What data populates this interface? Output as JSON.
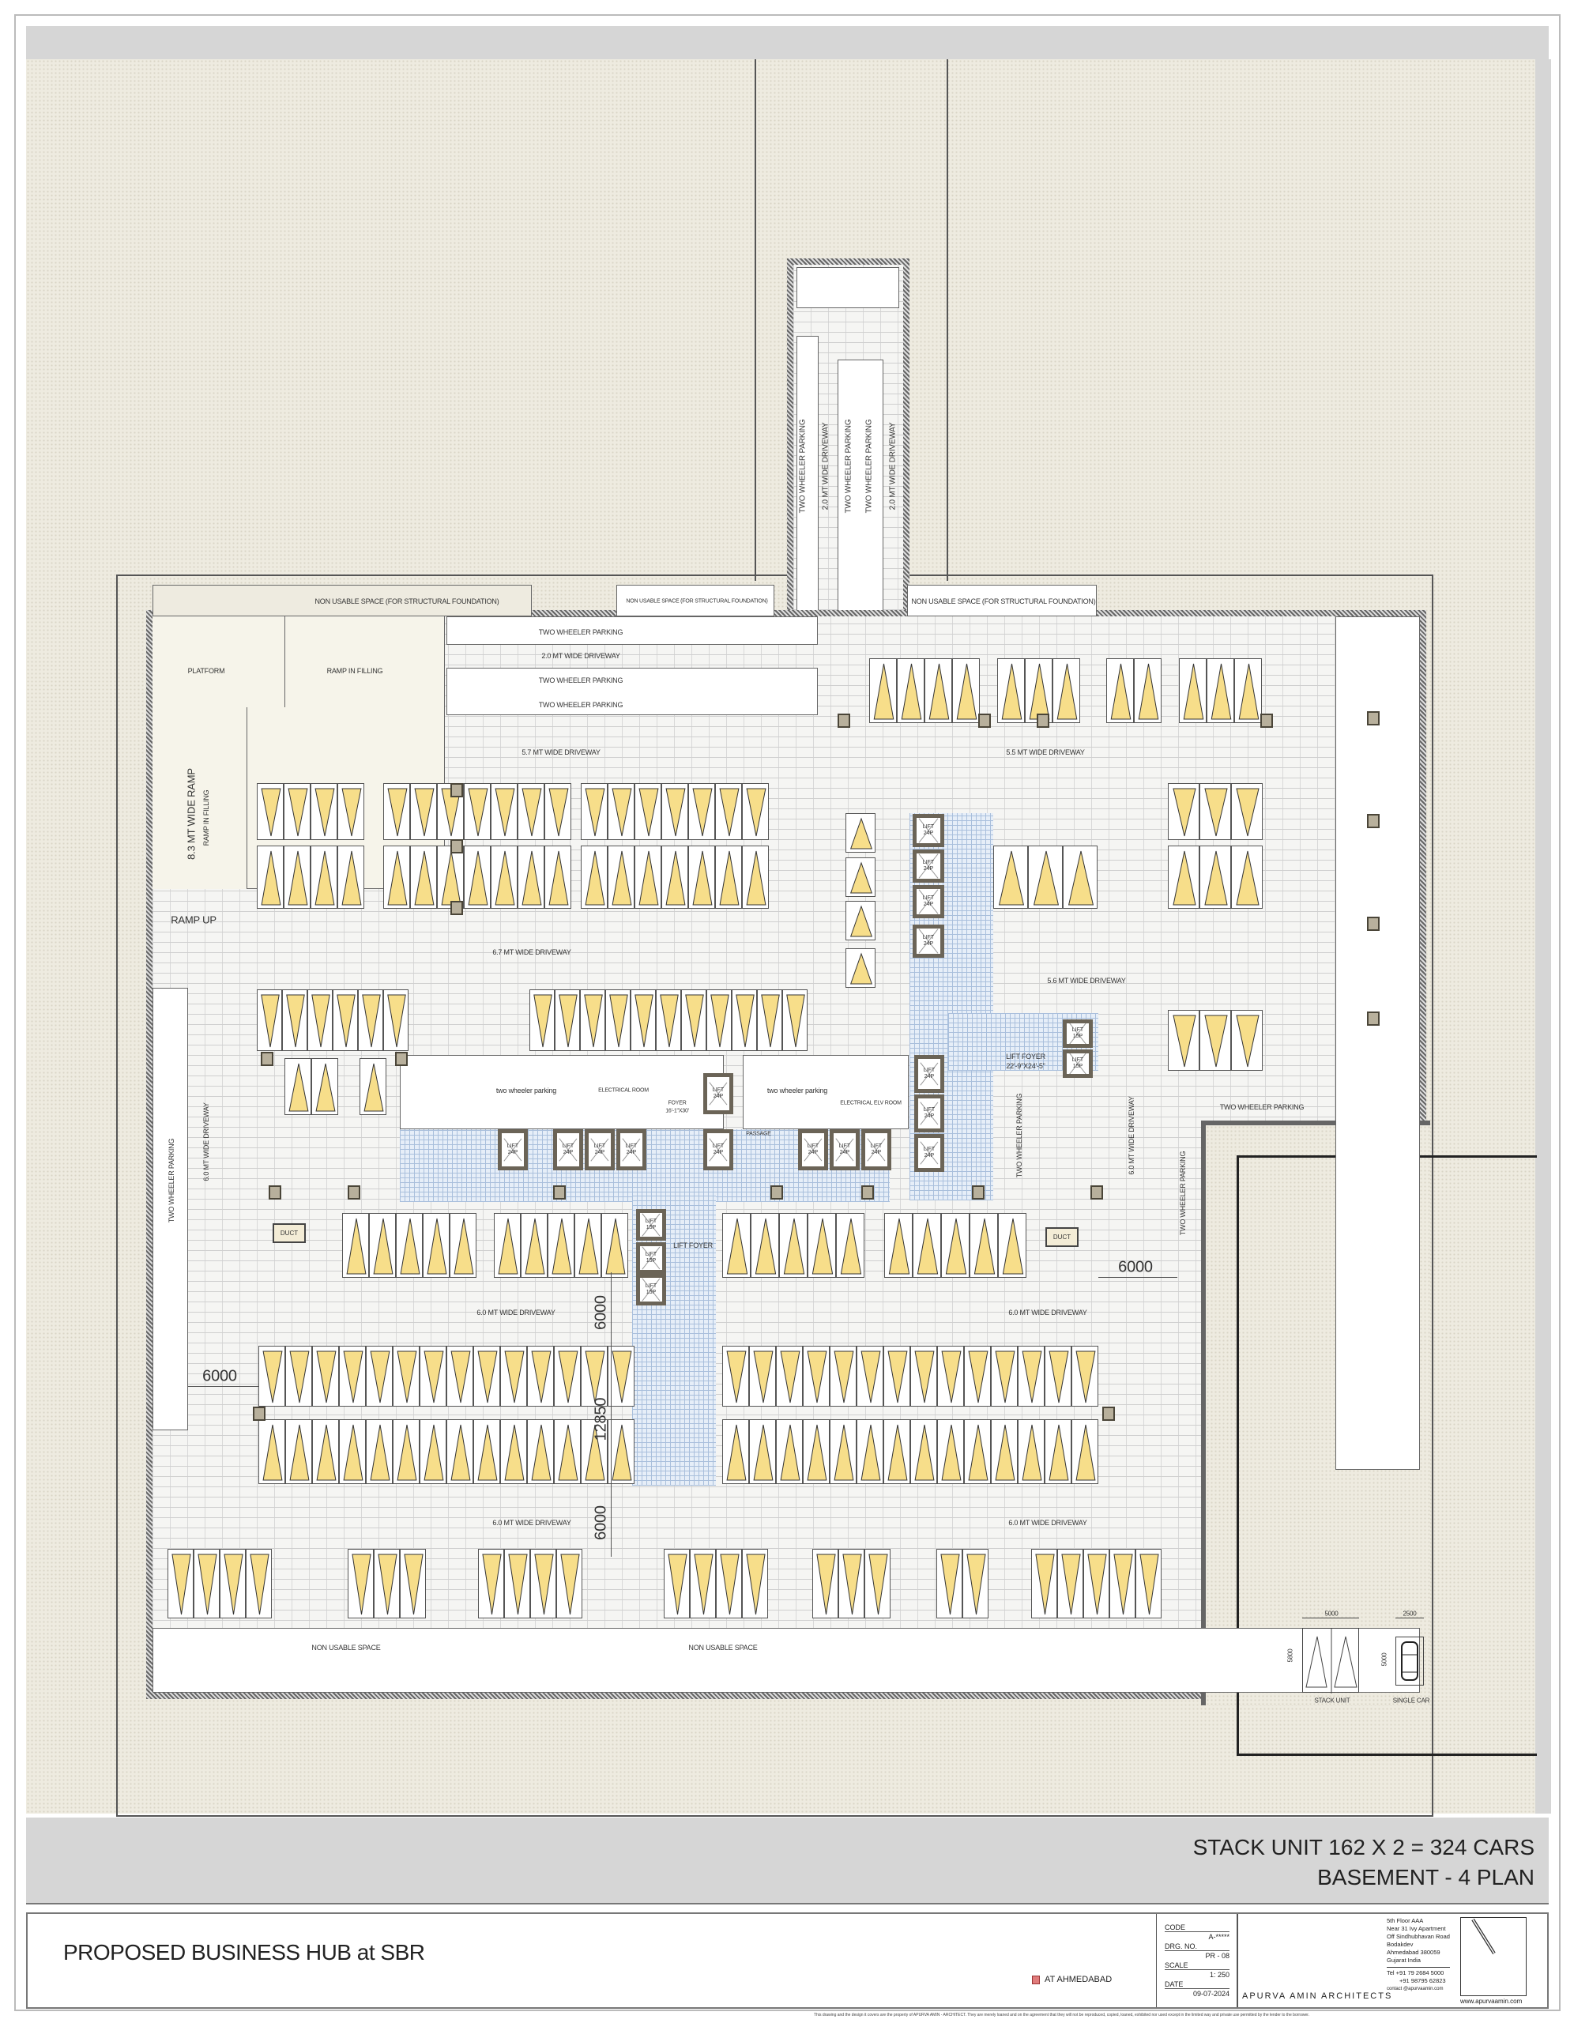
{
  "drawing": {
    "summary_line1": "STACK UNIT 162 X 2 = 324 CARS",
    "summary_line2": "BASEMENT - 4 PLAN",
    "colors": {
      "stall_fill": "#f7de8a",
      "foyer": "#e6eef8",
      "column": "#b8b09c",
      "site": "#eeebe0"
    }
  },
  "labels": {
    "non_usable_1": "NON USABLE SPACE (FOR STRUCTURAL FOUNDATION)",
    "non_usable_2": "NON USABLE SPACE (FOR STRUCTURAL FOUNDATION)",
    "non_usable_3": "NON USABLE SPACE (FOR STRUCTURAL FOUNDATION)",
    "twp_top_1": "TWO WHEELER PARKING",
    "drive_2_0": "2.0 MT WIDE DRIVEWAY",
    "twp_top_2": "TWO WHEELER PARKING",
    "twp_top_3": "TWO WHEELER PARKING",
    "platform": "PLATFORM",
    "ramp_in_filling_1": "RAMP IN FILLING",
    "drive_5_7": "5.7 MT WIDE DRIVEWAY",
    "drive_5_5": "5.5 MT WIDE DRIVEWAY",
    "ramp_8_3": "8.3 MT WIDE RAMP",
    "ramp_in_filling_2": "RAMP IN FILLING",
    "ramp_up": "RAMP UP",
    "drive_6_7": "6.7 MT WIDE DRIVEWAY",
    "drive_5_6": "5.6 MT WIDE DRIVEWAY",
    "lift_foyer_1": "LIFT FOYER",
    "lift_foyer_1_size": "22'-9\"X24'-5\"",
    "twp_lower_1": "two wheeler parking",
    "electrical_room": "ELECTRICAL ROOM",
    "foyer": "FOYER",
    "foyer_size": "16'-1\"X30'",
    "twp_lower_2": "two wheeler parking",
    "electrical_elv_room": "ELECTRICAL ELV ROOM",
    "passage": "PASSAGE",
    "twp_left": "TWO WHEELER PARKING",
    "drive_6_0_left": "6.0 MT WIDE DRIVEWAY",
    "twp_mid_right": "TWO WHEELER PARKING",
    "drive_6_0_right_v": "6.0 MT WIDE DRIVEWAY",
    "twp_right_h": "TWO WHEELER PARKING",
    "twp_right_v": "TWO WHEELER PARKING",
    "lift_foyer_2": "LIFT FOYER",
    "drive_6_0_a": "6.0 MT WIDE DRIVEWAY",
    "drive_6_0_b": "6.0 MT WIDE DRIVEWAY",
    "drive_6_0_c": "6.0 MT WIDE DRIVEWAY",
    "drive_6_0_d": "6.0 MT WIDE DRIVEWAY",
    "non_usable_bottom_1": "NON USABLE SPACE",
    "non_usable_bottom_2": "NON USABLE SPACE",
    "shaft_twp_1": "TWO WHEELER PARKING",
    "shaft_drive_1": "2.0 MT WIDE DRIVEWAY",
    "shaft_twp_2": "TWO WHEELER PARKING",
    "shaft_twp_3": "TWO WHEELER PARKING",
    "shaft_drive_2": "2.0 MT WIDE DRIVEWAY",
    "lift_24p": "LIFT 24P",
    "lift_15p": "LIFT 15P",
    "duct": "DUCT"
  },
  "dimensions": {
    "d_6000_right": "6000",
    "d_6000_v1": "6000",
    "d_6000_left": "6000",
    "d_12850": "12850",
    "d_6000_v2": "6000"
  },
  "legend": {
    "stack_width": "5000",
    "stack_depth": "5800",
    "stack_label": "STACK UNIT",
    "car_width": "2500",
    "car_depth": "5000",
    "car_label": "SINGLE CAR"
  },
  "title_block": {
    "project": "PROPOSED BUSINESS HUB at SBR",
    "location": "AT AHMEDABAD",
    "code_label": "CODE",
    "code_value": "A-*****",
    "drg_label": "DRG. NO.",
    "drg_value": "PR - 08",
    "scale_label": "SCALE",
    "scale_value": "1: 250",
    "date_label": "DATE",
    "date_value": "09-07-2024",
    "firm": "APURVA AMIN ARCHITECTS",
    "address": [
      "5th Floor AAA",
      "Near 31 Ivy Apartment",
      "Off Sindhubhavan Road",
      "Bodakdev",
      "Ahmedabad 380059",
      "Gujarat India"
    ],
    "tel1": "Tel +91 79 2684 5000",
    "tel2": "+91 98795 62823",
    "email": "contact @apurvaamin.com",
    "website": "www.apurvaamin.com",
    "disclaimer": "This drawing and the design it covers are the property of APURVA AMIN - ARCHITECT. They are merely loaned and on the agreement that they will not be reproduced, copied, loaned, exhibited nor used except in the limited way and private use permitted by the lender to the borrower."
  }
}
